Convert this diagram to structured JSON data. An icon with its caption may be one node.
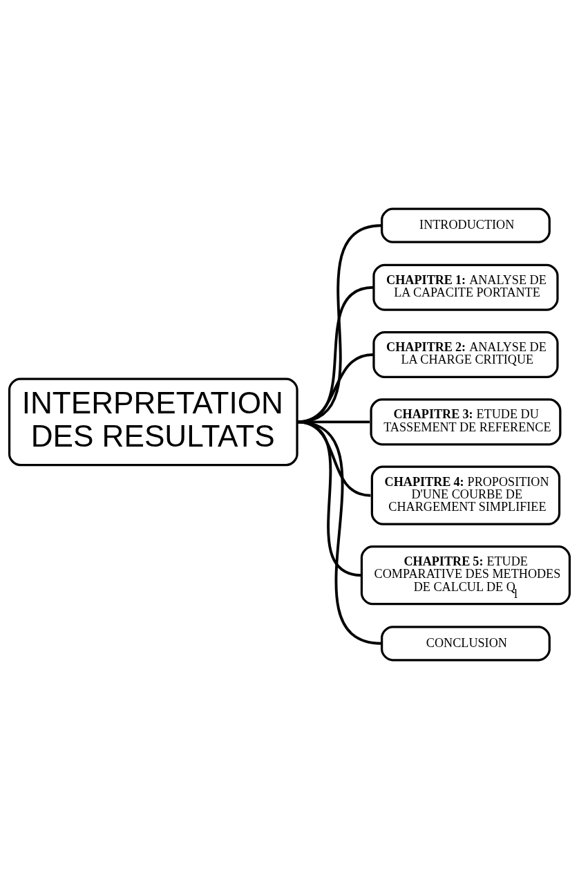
{
  "diagram": {
    "nodes": [
      {
        "text": [
          "INTERPRETATION DES RESULTATS"
        ]
      },
      {
        "text": [
          "INTRODUCTION"
        ]
      },
      {
        "text": [
          "**CHAPITRE 1:** ANALYSE DE LA CAPACITE PORTANTE"
        ]
      },
      {
        "text": [
          "**CHAPITRE 2:** ANALYSE DE LA CHARGE CRITIQUE"
        ]
      },
      {
        "text": [
          "**CHAPITRE 3:** ETUDE DU TASSEMENT DE REFERENCE"
        ]
      },
      {
        "text": [
          "**CHAPITRE 4:** PROPOSITION D'UNE COURBE DE CHARGEMENT SIMPLIFIEE"
        ]
      },
      {
        "text": [
          "**CHAPITRE 5:** ETUDE COMPARATIVE DES METHODES DE CALCUL DE Q$_{l}$"
        ]
      },
      {
        "text": [
          "CONCLUSION"
        ]
      }
    ],
    "edges": [
      {
        "from": 0,
        "to": 1,
        "arrow": "none"
      },
      {
        "from": 0,
        "to": 2,
        "arrow": "none"
      },
      {
        "from": 0,
        "to": 3,
        "arrow": "none"
      },
      {
        "from": 0,
        "to": 4,
        "arrow": "none"
      },
      {
        "from": 0,
        "to": 5,
        "arrow": "none"
      },
      {
        "from": 0,
        "to": 6,
        "arrow": "none"
      },
      {
        "from": 0,
        "to": 7,
        "arrow": "none"
      }
    ]
  }
}
